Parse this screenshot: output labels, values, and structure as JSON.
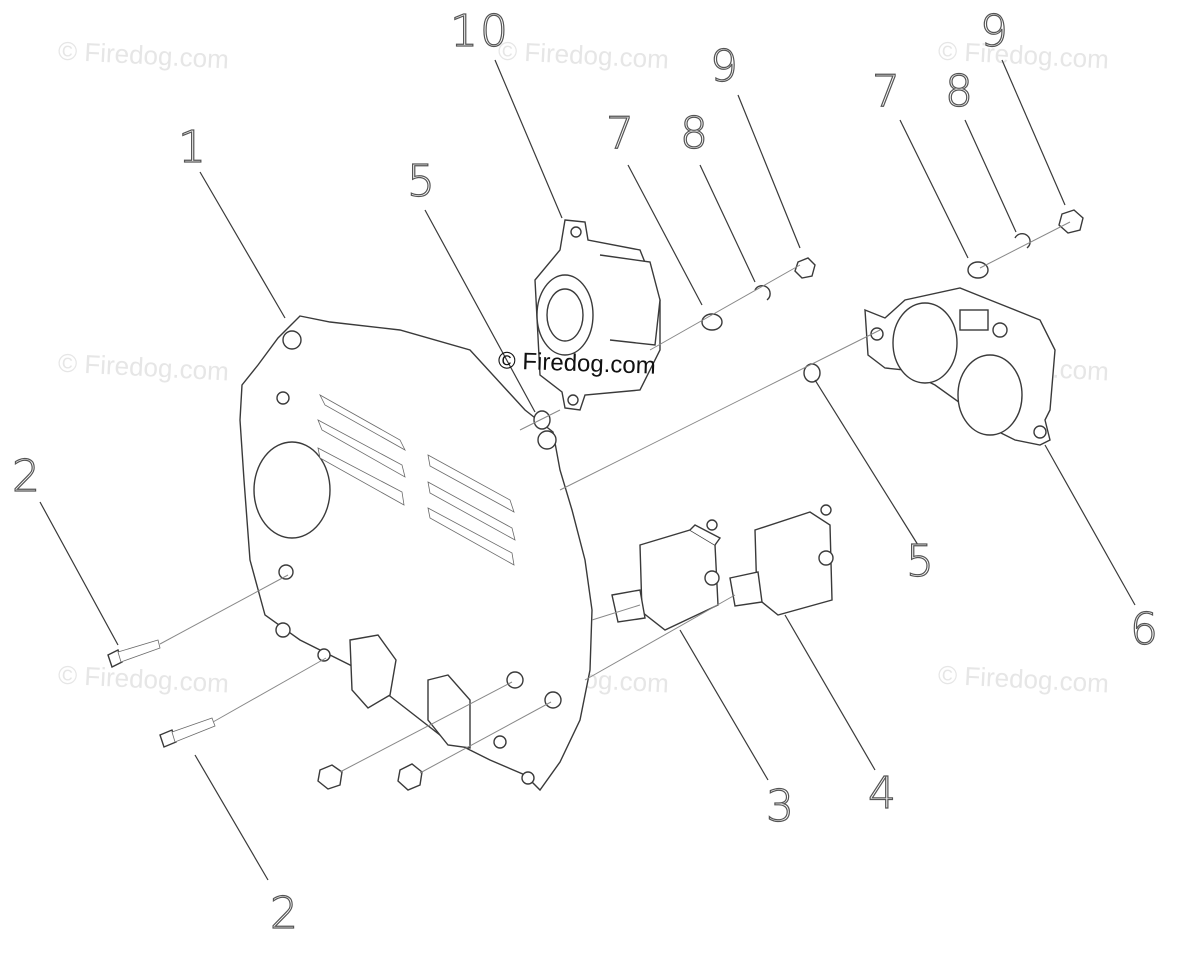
{
  "callouts": [
    {
      "id": "1",
      "text": "1"
    },
    {
      "id": "2a",
      "text": "2"
    },
    {
      "id": "2b",
      "text": "2"
    },
    {
      "id": "3",
      "text": "3"
    },
    {
      "id": "4",
      "text": "4"
    },
    {
      "id": "5a",
      "text": "5"
    },
    {
      "id": "5b",
      "text": "5"
    },
    {
      "id": "6",
      "text": "6"
    },
    {
      "id": "7a",
      "text": "7"
    },
    {
      "id": "7b",
      "text": "7"
    },
    {
      "id": "8a",
      "text": "8"
    },
    {
      "id": "8b",
      "text": "8"
    },
    {
      "id": "9a",
      "text": "9"
    },
    {
      "id": "9b",
      "text": "9"
    },
    {
      "id": "10",
      "text": "10"
    }
  ],
  "watermark": {
    "text": "© Firedog.com",
    "center_text": "© Firedog.com"
  },
  "colors": {
    "line": "#3a3a3a",
    "watermark": "#e6e6e6"
  }
}
